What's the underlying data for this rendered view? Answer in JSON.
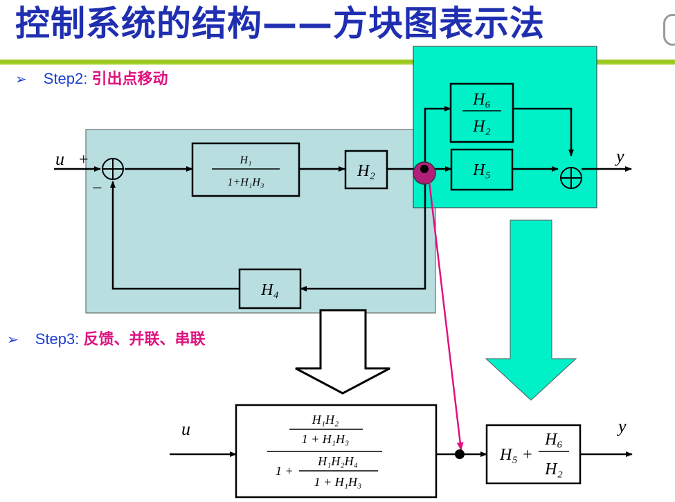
{
  "header": {
    "title": "控制系统的结构——方块图表示法"
  },
  "steps": [
    {
      "marker": "➢",
      "prefix": "Step2: ",
      "highlight": "引出点移动"
    },
    {
      "marker": "➢",
      "prefix": "Step3: ",
      "highlight": "反馈、并联、串联"
    }
  ],
  "signals": {
    "input": "u",
    "output": "y",
    "plus": "+",
    "minus": "−"
  },
  "blocks": {
    "g_main": {
      "num": "H₁",
      "den": "1+H₁H₃"
    },
    "h2": "H₂",
    "h4": "H₄",
    "h5": "H₅",
    "h6_over_h2": {
      "num": "H₆",
      "den": "H₂"
    },
    "closed_loop": {
      "num_num": "H₁H₂",
      "num_den": "1 + H₁H₃",
      "den_lead": "1 +",
      "den_num": "H₁H₂H₄",
      "den_den": "1 + H₁H₃"
    },
    "parallel": {
      "lead": "H₅ +",
      "num": "H₆",
      "den": "H₂"
    }
  },
  "colors": {
    "title": "#1f2fb0",
    "step_text": "#1c3fd0",
    "highlight": "#e0117f",
    "feedback_panel": "#b8dee0",
    "parallel_panel": "#00f0c8",
    "pickoff_marker": "#b0207a",
    "move_arrow": "#e0117f",
    "rule": "#9bc820"
  }
}
